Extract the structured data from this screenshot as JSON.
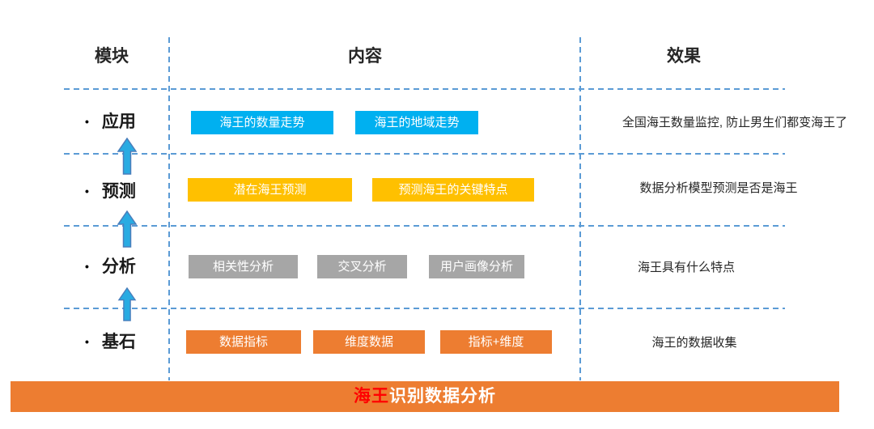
{
  "headers": {
    "module": "模块",
    "content": "内容",
    "effect": "效果"
  },
  "bullet": "•",
  "rows": [
    {
      "label": "应用",
      "boxes": [
        "海王的数量走势",
        "海王的地域走势"
      ],
      "effect": "全国海王数量监控, 防止男生们都变海王了"
    },
    {
      "label": "预测",
      "boxes": [
        "潜在海王预测",
        "预测海王的关键特点"
      ],
      "effect": "数据分析模型预测是否是海王"
    },
    {
      "label": "分析",
      "boxes": [
        "相关性分析",
        "交叉分析",
        "用户画像分析"
      ],
      "effect": "海王具有什么特点"
    },
    {
      "label": "基石",
      "boxes": [
        "数据指标",
        "维度数据",
        "指标+维度"
      ],
      "effect": "海王的数据收集"
    }
  ],
  "banner": {
    "highlight": "海王",
    "rest": "识别数据分析"
  },
  "colors": {
    "row_application": "#00B0F0",
    "row_prediction": "#FFC000",
    "row_analysis": "#A6A6A6",
    "row_foundation": "#ED7D31",
    "banner_background": "#ED7D31",
    "banner_highlight_text": "#FF0000",
    "dashed_line": "#5B9BD5",
    "arrow_fill": "#29ABE2",
    "arrow_stroke": "#4A7EBB"
  }
}
